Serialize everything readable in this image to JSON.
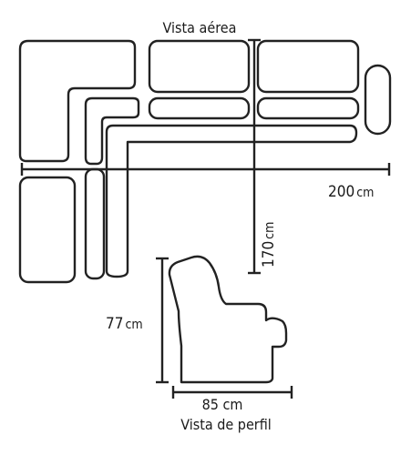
{
  "labels": {
    "top_view_title": "Vista aérea",
    "width_number": "200",
    "width_unit": "cm",
    "depth_number": "170",
    "depth_unit": "cm",
    "height_number": "77",
    "height_unit": "cm",
    "profile_depth": "85 cm",
    "profile_view_title": "Vista de perfil"
  },
  "colors": {
    "line": "#222222",
    "background": "#ffffff"
  }
}
